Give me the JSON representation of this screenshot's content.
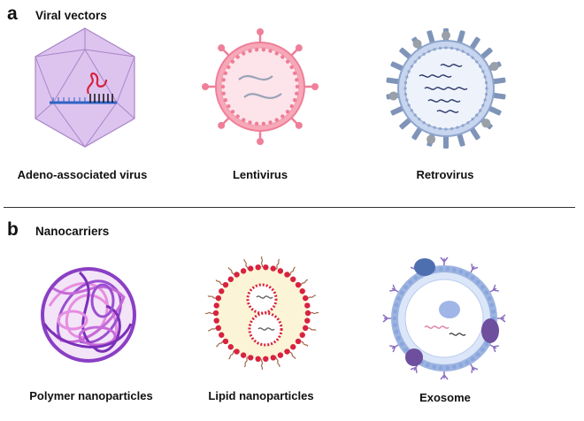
{
  "panels": [
    {
      "letter": "a",
      "title": "Viral vectors",
      "items": [
        {
          "label": "Adeno-associated virus",
          "icon": "aav-icosahedron-icon"
        },
        {
          "label": "Lentivirus",
          "icon": "lentivirus-icon"
        },
        {
          "label": "Retrovirus",
          "icon": "retrovirus-icon"
        }
      ]
    },
    {
      "letter": "b",
      "title": "Nanocarriers",
      "items": [
        {
          "label": "Polymer nanoparticles",
          "icon": "polymer-nanoparticle-icon"
        },
        {
          "label": "Lipid nanoparticles",
          "icon": "lipid-nanoparticle-icon"
        },
        {
          "label": "Exosome",
          "icon": "exosome-icon"
        }
      ]
    }
  ],
  "colors": {
    "aav": "#c9a6e3",
    "lentivirus": "#f28fa4",
    "retrovirus": "#7f94b8",
    "polymer": "#9b4fd1",
    "lipid": "#d8223f",
    "exosome": "#a7bde6"
  }
}
